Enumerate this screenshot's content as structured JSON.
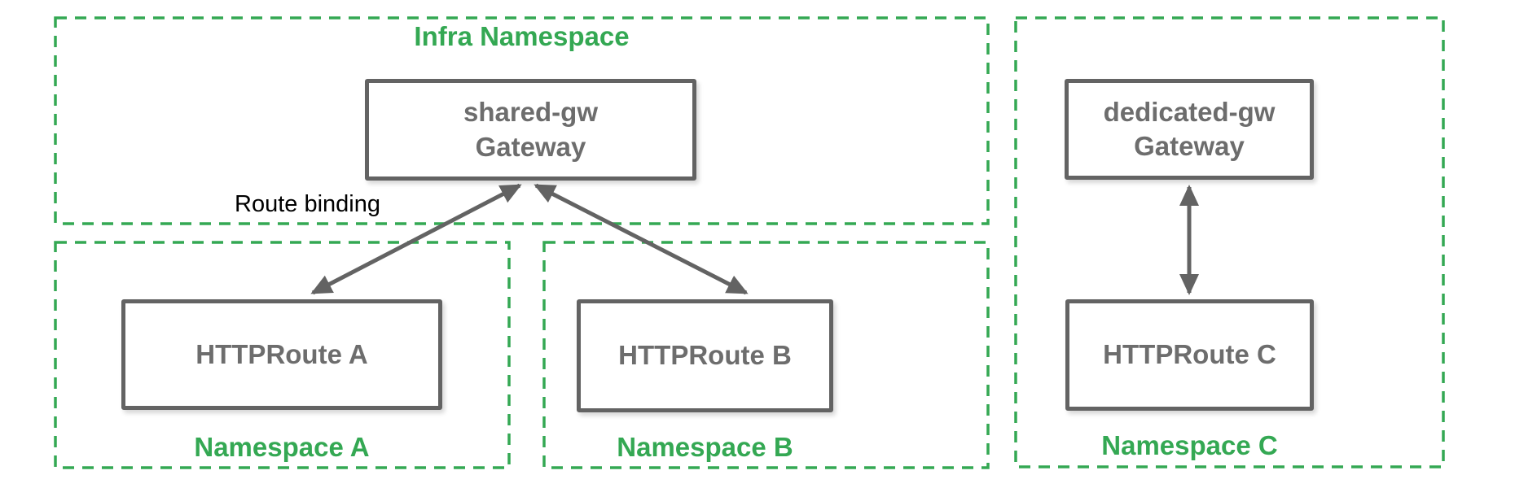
{
  "namespaces": {
    "infra": {
      "label": "Infra Namespace"
    },
    "a": {
      "label": "Namespace A"
    },
    "b": {
      "label": "Namespace B"
    },
    "c": {
      "label": "Namespace C"
    }
  },
  "nodes": {
    "shared_gw": {
      "name": "shared-gw",
      "kind": "Gateway"
    },
    "dedicated_gw": {
      "name": "dedicated-gw",
      "kind": "Gateway"
    },
    "route_a": {
      "label": "HTTPRoute A"
    },
    "route_b": {
      "label": "HTTPRoute B"
    },
    "route_c": {
      "label": "HTTPRoute C"
    }
  },
  "annotations": {
    "route_binding": "Route binding"
  },
  "colors": {
    "namespace_green": "#34a853",
    "node_border_gray": "#636363",
    "node_text_gray": "#6d6d6d",
    "arrow_gray": "#636363",
    "annotation_black": "#000000"
  }
}
